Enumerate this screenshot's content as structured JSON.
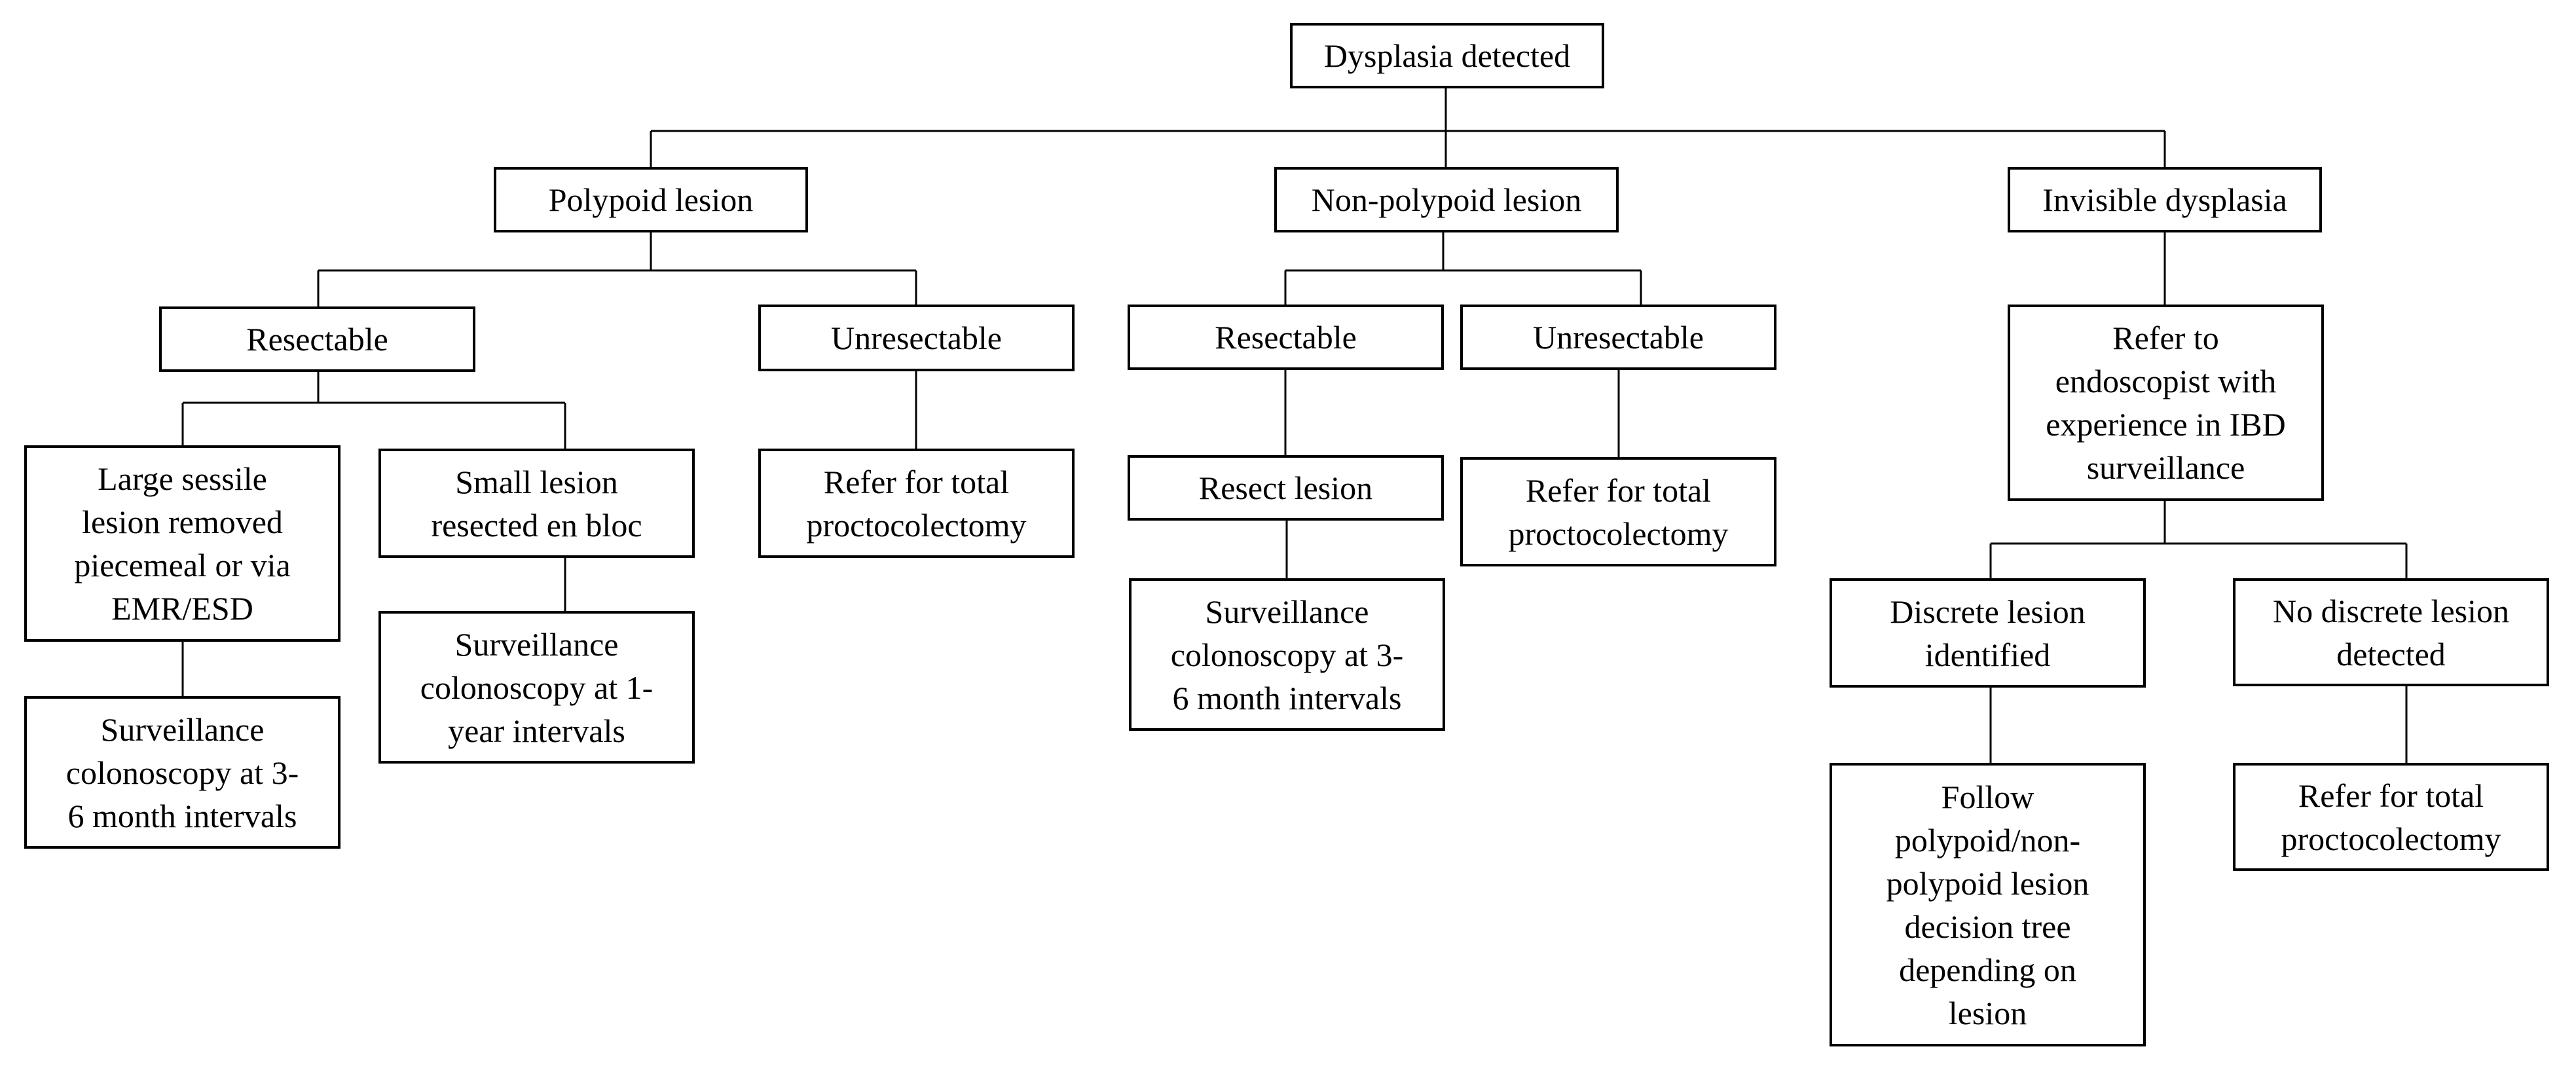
{
  "nodes": {
    "root": "Dysplasia detected",
    "polypoid": "Polypoid lesion",
    "nonpolypoid": "Non-polypoid lesion",
    "invisible": "Invisible dysplasia",
    "p_resectable": "Resectable",
    "p_unresectable": "Unresectable",
    "np_resectable": "Resectable",
    "np_unresectable": "Unresectable",
    "refer_endoscopist": "Refer to\nendoscopist with\nexperience in IBD\nsurveillance",
    "large_sessile": "Large sessile\nlesion removed\npiecemeal or via\nEMR/ESD",
    "small_lesion": "Small lesion\nresected en bloc",
    "p_refer_total": "Refer for total\nproctocolectomy",
    "resect_lesion": "Resect lesion",
    "np_refer_total": "Refer for total\nproctocolectomy",
    "discrete_identified": "Discrete lesion\nidentified",
    "no_discrete": "No discrete lesion\ndetected",
    "surv_large": "Surveillance\ncolonoscopy at 3-\n6 month intervals",
    "surv_small": "Surveillance\ncolonoscopy at 1-\nyear intervals",
    "surv_resect": "Surveillance\ncolonoscopy at 3-\n6 month intervals",
    "follow_tree": "Follow\npolypoid/non-\npolypoid lesion\ndecision tree\ndepending on\nlesion",
    "inv_refer_total": "Refer for total\nproctocolectomy"
  }
}
